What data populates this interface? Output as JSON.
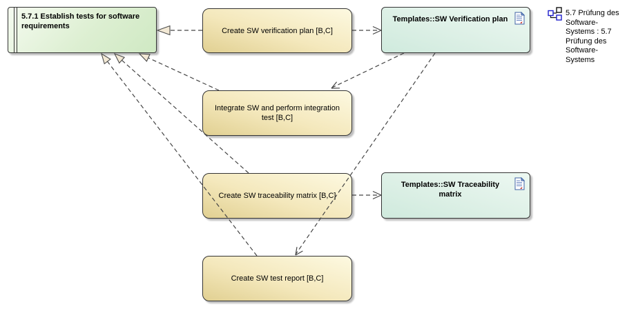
{
  "diagram": {
    "nodes": {
      "requirement": {
        "label": "5.7.1 Establish tests for software requirements"
      },
      "verification_plan": {
        "label": "Create SW verification plan [B,C]"
      },
      "template_verification_plan": {
        "label": "Templates::SW Verification plan"
      },
      "integrate": {
        "label": "Integrate SW and perform integration test [B,C]"
      },
      "traceability": {
        "label": "Create SW traceability matrix [B,C]"
      },
      "template_traceability": {
        "label": "Templates::SW Traceability matrix"
      },
      "test_report": {
        "label": "Create SW test report [B,C]"
      }
    },
    "annotation": {
      "label": "5.7 Prüfung des Software-Systems : 5.7 Prüfung des Software-Systems"
    },
    "icons": {
      "document_icon": "document-artifact-icon",
      "hierarchy_icon": "composite-diagram-icon"
    },
    "edges": [
      {
        "from": "Create SW verification plan [B,C]",
        "to": "5.7.1 Establish tests for software requirements",
        "type": "realization-dashed-hollow-triangle"
      },
      {
        "from": "Create SW verification plan [B,C]",
        "to": "Templates::SW Verification plan",
        "type": "dependency-dashed-open-arrow"
      },
      {
        "from": "Templates::SW Verification plan",
        "to": "Integrate SW and perform integration test [B,C]",
        "type": "dependency-dashed-open-arrow"
      },
      {
        "from": "Templates::SW Verification plan",
        "to": "Create SW test report [B,C]",
        "type": "dependency-dashed-open-arrow"
      },
      {
        "from": "Integrate SW and perform integration test [B,C]",
        "to": "5.7.1 Establish tests for software requirements",
        "type": "realization-dashed-hollow-triangle"
      },
      {
        "from": "Create SW traceability matrix [B,C]",
        "to": "5.7.1 Establish tests for software requirements",
        "type": "realization-dashed-hollow-triangle"
      },
      {
        "from": "Create SW test report [B,C]",
        "to": "5.7.1 Establish tests for software requirements",
        "type": "realization-dashed-hollow-triangle"
      },
      {
        "from": "Create SW traceability matrix [B,C]",
        "to": "Templates::SW Traceability matrix",
        "type": "dependency-dashed-open-arrow"
      }
    ],
    "colors": {
      "activity_fill": "#f4e8bc",
      "template_fill": "#ddf0e6",
      "requirement_fill": "#ddefd2",
      "connector": "#444444",
      "arrowhead_fill": "#f3e9d5",
      "doc_icon_blue": "#3f62a5",
      "doc_icon_red": "#c2241d",
      "hier_icon_blue": "#1c1ccc"
    }
  }
}
